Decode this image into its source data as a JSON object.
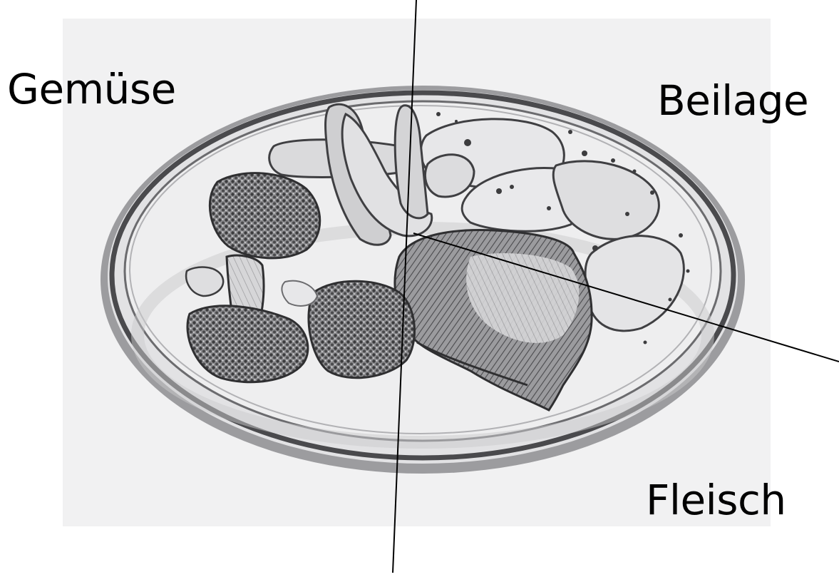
{
  "labels": {
    "vegetables": "Gemüse",
    "side_dish": "Beilage",
    "meat": "Fleisch"
  },
  "colors": {
    "paper": "#f1f1f2",
    "pencil_dark": "#3c3c3e",
    "pencil_mid": "#77777a",
    "pencil_light": "#b9b9bc",
    "divider_line": "#000000"
  },
  "illustration": {
    "subject": "pencil sketch of a dinner plate",
    "items": [
      "broccoli",
      "carrots",
      "potatoes",
      "meat"
    ]
  }
}
